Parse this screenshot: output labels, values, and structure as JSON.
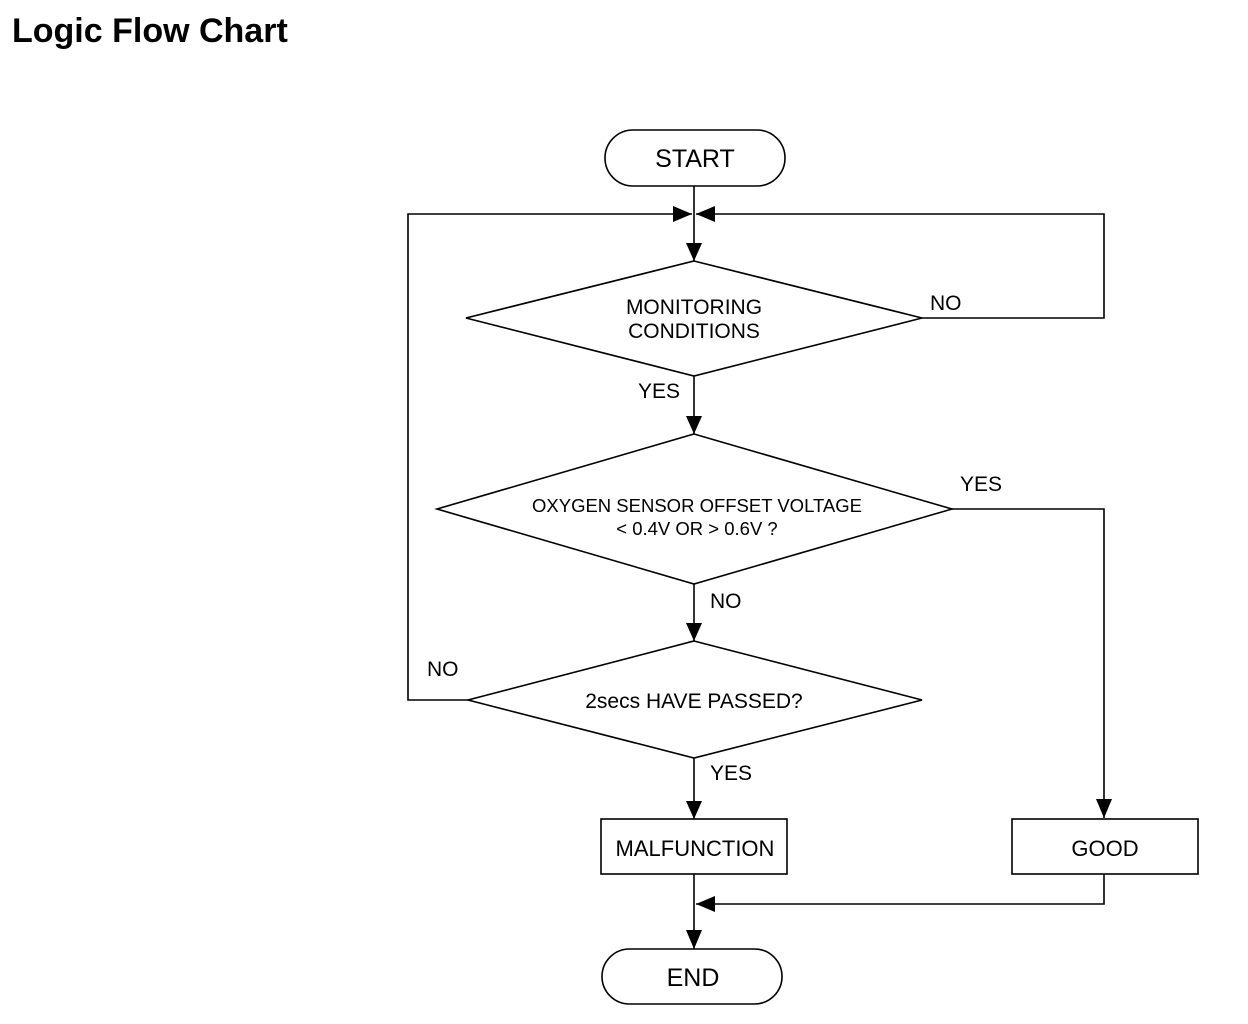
{
  "page": {
    "title": "Logic Flow Chart"
  },
  "flowchart": {
    "start": "START",
    "monitoring": {
      "line1": "MONITORING",
      "line2": "CONDITIONS"
    },
    "monitoring_no": "NO",
    "monitoring_yes": "YES",
    "offset": {
      "line1": "OXYGEN SENSOR OFFSET VOLTAGE",
      "line2": "< 0.4V OR > 0.6V ?"
    },
    "offset_yes": "YES",
    "offset_no": "NO",
    "timer": "2secs HAVE PASSED?",
    "timer_no": "NO",
    "timer_yes": "YES",
    "malfunction": "MALFUNCTION",
    "good": "GOOD",
    "end": "END"
  },
  "colors": {
    "line": "#000000",
    "background": "#ffffff"
  }
}
